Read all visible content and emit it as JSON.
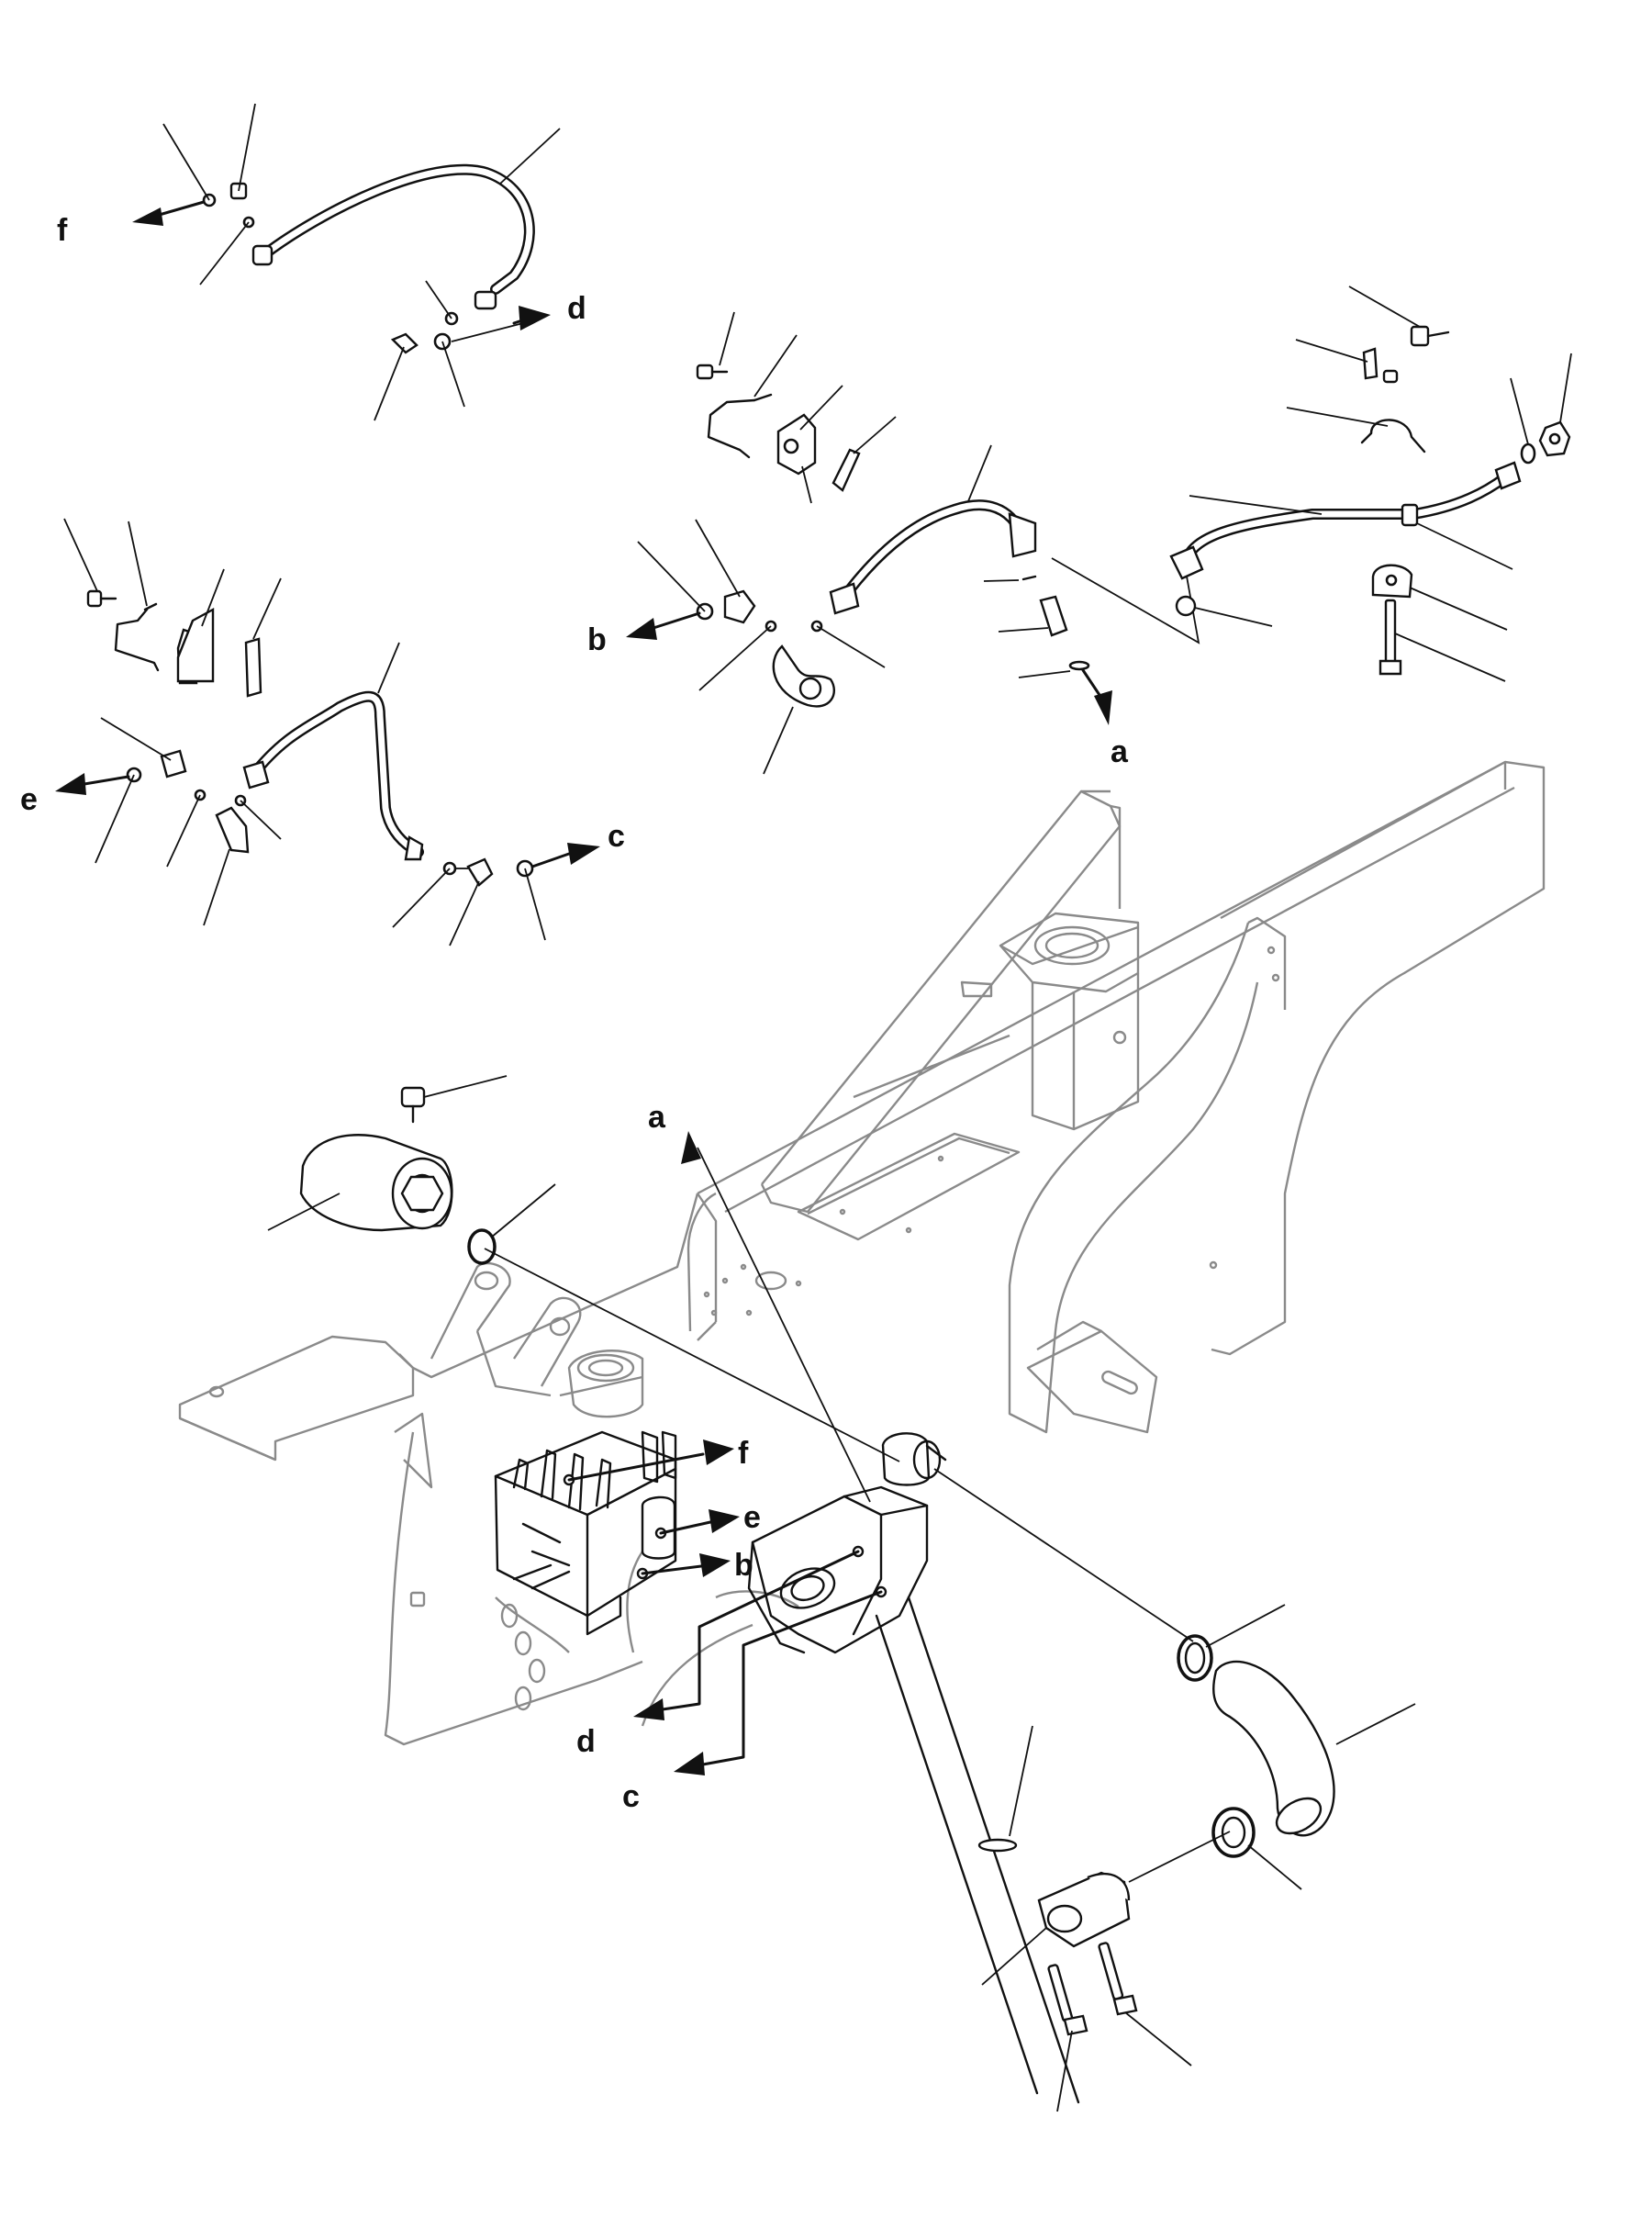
{
  "diagram": {
    "labels": {
      "a": "a",
      "b": "b",
      "c": "c",
      "d": "d",
      "e": "e",
      "f": "f"
    },
    "top_callouts": [
      {
        "id": "f",
        "text": "f"
      },
      {
        "id": "d",
        "text": "d"
      },
      {
        "id": "b",
        "text": "b"
      },
      {
        "id": "a",
        "text": "a"
      },
      {
        "id": "e",
        "text": "e"
      },
      {
        "id": "c",
        "text": "c"
      }
    ],
    "bottom_callouts": [
      {
        "id": "a",
        "text": "a"
      },
      {
        "id": "f",
        "text": "f"
      },
      {
        "id": "e",
        "text": "e"
      },
      {
        "id": "b",
        "text": "b"
      },
      {
        "id": "d",
        "text": "d"
      },
      {
        "id": "c",
        "text": "c"
      }
    ]
  }
}
